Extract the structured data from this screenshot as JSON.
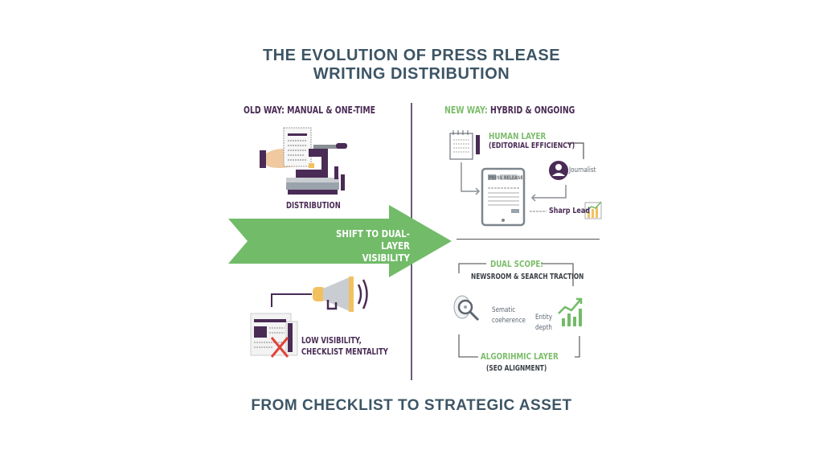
{
  "title": {
    "line1": "THE EVOLUTION OF PRESS RLEASE",
    "line2": "WRITING DISTRIBUTION"
  },
  "old_way": {
    "heading": "OLD WAY: MANUAL & ONE-TIME",
    "press_label": "DISTRIBUTION",
    "low_visibility_line1": "LOW VISIBILITY,",
    "low_visibility_line2": "CHECKLIST MENTALITY"
  },
  "arrow": {
    "line1": "SHIFT TO DUAL-LAYER",
    "line2": "VISIBILITY"
  },
  "new_way": {
    "heading_green": "NEW WAY:",
    "heading_purple": "HYBRID & ONGOING",
    "human_layer": {
      "title": "HUMAN LAYER",
      "subtitle": "(EDITORIAL EFFICIENCY)",
      "journalist": "Journalist",
      "sharp_lead": "Sharp Lead",
      "tablet_heading": "PRESS RELEASE"
    },
    "algorithmic_layer": {
      "scope_title": "DUAL SCOPE:",
      "scope_subtitle": "NEWSROOM & SEARCH TRACTION",
      "semantic_line1": "Sematic",
      "semantic_line2": "coeherence",
      "entity_line1": "Entity",
      "entity_line2": "depth",
      "title": "ALGORIHMIC LAYER",
      "subtitle": "(SEO ALIGNMENT)"
    }
  },
  "footer": "FROM CHECKLIST TO STRATEGIC ASSET",
  "colors": {
    "title": "#3d5565",
    "purple": "#4a2b55",
    "green": "#7cbd6b",
    "arrow": "#72bb68",
    "grey": "#5b6570",
    "yellow": "#f2c15f",
    "red": "#e0443a"
  },
  "icons": [
    "printing-press-icon",
    "hand-icon",
    "megaphone-icon",
    "newspaper-icon",
    "x-mark-icon",
    "notepad-icon",
    "pen-icon",
    "tablet-icon",
    "user-avatar-icon",
    "bar-chart-icon",
    "brain-magnifier-icon",
    "growth-chart-icon"
  ]
}
